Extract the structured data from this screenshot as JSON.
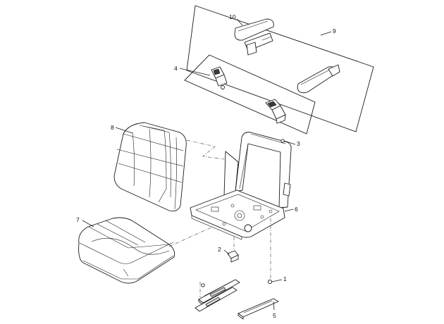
{
  "callouts": [
    {
      "id": "1",
      "label": "1"
    },
    {
      "id": "2",
      "label": "2"
    },
    {
      "id": "3",
      "label": "3"
    },
    {
      "id": "4",
      "label": "4"
    },
    {
      "id": "5",
      "label": "5"
    },
    {
      "id": "6",
      "label": "6"
    },
    {
      "id": "7",
      "label": "7"
    },
    {
      "id": "8",
      "label": "8"
    },
    {
      "id": "9",
      "label": "9"
    },
    {
      "id": "10",
      "label": "10"
    }
  ],
  "colors": {
    "line": "#1a1a1a",
    "background": "#ffffff",
    "fill_grey": "#d9d9d9"
  }
}
